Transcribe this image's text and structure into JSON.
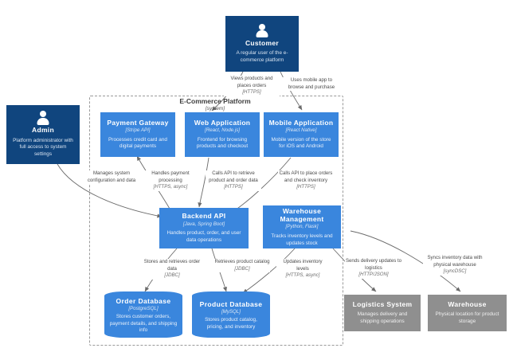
{
  "diagram": {
    "boundary": {
      "label": "E-Commerce Platform",
      "sublabel": "[system]"
    }
  },
  "people": [
    {
      "id": "customer",
      "name": "Customer",
      "description": "A regular user of the e-commerce platform",
      "icon": "person-icon"
    },
    {
      "id": "admin",
      "name": "Admin",
      "description": "Platform administrator with full access to system settings",
      "icon": "person-icon"
    }
  ],
  "containers": [
    {
      "id": "payment-gateway",
      "name": "Payment Gateway",
      "tech": "[Stripe API]",
      "description": "Processes credit card and digital payments"
    },
    {
      "id": "web-application",
      "name": "Web Application",
      "tech": "[React, Node.js]",
      "description": "Frontend for browsing products and checkout"
    },
    {
      "id": "mobile-application",
      "name": "Mobile Application",
      "tech": "[React Native]",
      "description": "Mobile version of the store for iOS and Android"
    },
    {
      "id": "backend-api",
      "name": "Backend API",
      "tech": "[Java, Spring Boot]",
      "description": "Handles product, order, and user data operations"
    },
    {
      "id": "warehouse-management",
      "name": "Warehouse Management",
      "tech": "[Python, Flask]",
      "description": "Tracks inventory levels and updates stock"
    }
  ],
  "databases": [
    {
      "id": "order-database",
      "name": "Order Database",
      "tech": "[PostgreSQL]",
      "description": "Stores customer orders, payment details, and shipping info"
    },
    {
      "id": "product-database",
      "name": "Product Database",
      "tech": "[MySQL]",
      "description": "Stores product catalog, pricing, and inventory"
    }
  ],
  "external_systems": [
    {
      "id": "logistics-system",
      "name": "Logistics System",
      "description": "Manages delivery and shipping operations"
    },
    {
      "id": "warehouse",
      "name": "Warehouse",
      "description": "Physical location for product storage"
    }
  ],
  "relationships": [
    {
      "id": "customer-web",
      "text": "Views products and places orders",
      "protocol": "[HTTPS]"
    },
    {
      "id": "customer-mobile",
      "text": "Uses mobile app to browse and purchase",
      "protocol": ""
    },
    {
      "id": "admin-backend",
      "text": "Manages system configuration and data",
      "protocol": ""
    },
    {
      "id": "backend-payment",
      "text": "Handles payment processing",
      "protocol": "[HTTPS, async]"
    },
    {
      "id": "web-backend",
      "text": "Calls API to retrieve product and order data",
      "protocol": "[HTTPS]"
    },
    {
      "id": "mobile-backend",
      "text": "Calls API to place orders and check inventory",
      "protocol": "[HTTPS]"
    },
    {
      "id": "backend-orderdb",
      "text": "Stores and retrieves order data",
      "protocol": "[JDBC]"
    },
    {
      "id": "backend-productdb",
      "text": "Retrieves product catalog",
      "protocol": "[JDBC]"
    },
    {
      "id": "warehouse-productdb",
      "text": "Updates inventory levels",
      "protocol": "[HTTPS, async]"
    },
    {
      "id": "backend-logistics",
      "text": "Sends delivery updates to logistics",
      "protocol": "[HTTP/JSON]"
    },
    {
      "id": "warehouse-physical",
      "text": "Syncs inventory data with physical warehouse",
      "protocol": "[syncDSC]"
    }
  ],
  "colors": {
    "person": "#10457e",
    "container": "#3a86dd",
    "external": "#8f8f8f",
    "boundary": "#9a9a9a",
    "edge": "#6b6b6b"
  }
}
